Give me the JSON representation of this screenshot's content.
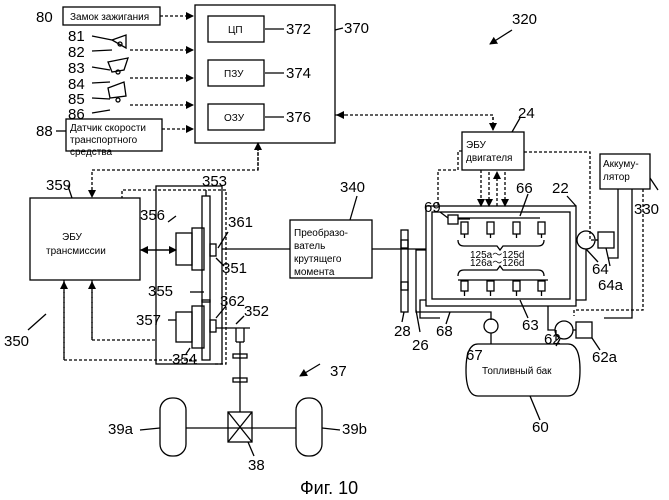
{
  "caption": "Фиг. 10",
  "labels": {
    "ignition": "Замок зажигания",
    "cpu": "ЦП",
    "rom": "ПЗУ",
    "ram": "ОЗУ",
    "speed_sensor_1": "Датчик скорости",
    "speed_sensor_2": "транспортного",
    "speed_sensor_3": "средства",
    "engine_ecu_1": "ЭБУ",
    "engine_ecu_2": "двигателя",
    "battery_1": "Аккуму-",
    "battery_2": "лятор",
    "trans_ecu_1": "ЭБУ",
    "trans_ecu_2": "трансмиссии",
    "converter_1": "Преобразо-",
    "converter_2": "ватель",
    "converter_3": "крутящего",
    "converter_4": "момента",
    "injectors_top": "125a～125d",
    "injectors_bottom": "126a～126d",
    "fuel_tank": "Топливный бак"
  },
  "refs": {
    "r80": "80",
    "r81": "81",
    "r82": "82",
    "r83": "83",
    "r84": "84",
    "r85": "85",
    "r86": "86",
    "r88": "88",
    "r372": "372",
    "r374": "374",
    "r376": "376",
    "r370": "370",
    "r320": "320",
    "r24": "24",
    "r359": "359",
    "r356": "356",
    "r353": "353",
    "r361": "361",
    "r340": "340",
    "r22": "22",
    "r330": "330",
    "r69": "69",
    "r66": "66",
    "r351": "351",
    "r64": "64",
    "r64a": "64a",
    "r355": "355",
    "r362": "362",
    "r352": "352",
    "r357": "357",
    "r350": "350",
    "r354": "354",
    "r28": "28",
    "r26": "26",
    "r68": "68",
    "r63": "63",
    "r67": "67",
    "r62": "62",
    "r62a": "62a",
    "r37": "37",
    "r39a": "39a",
    "r39b": "39b",
    "r38": "38",
    "r60": "60"
  }
}
